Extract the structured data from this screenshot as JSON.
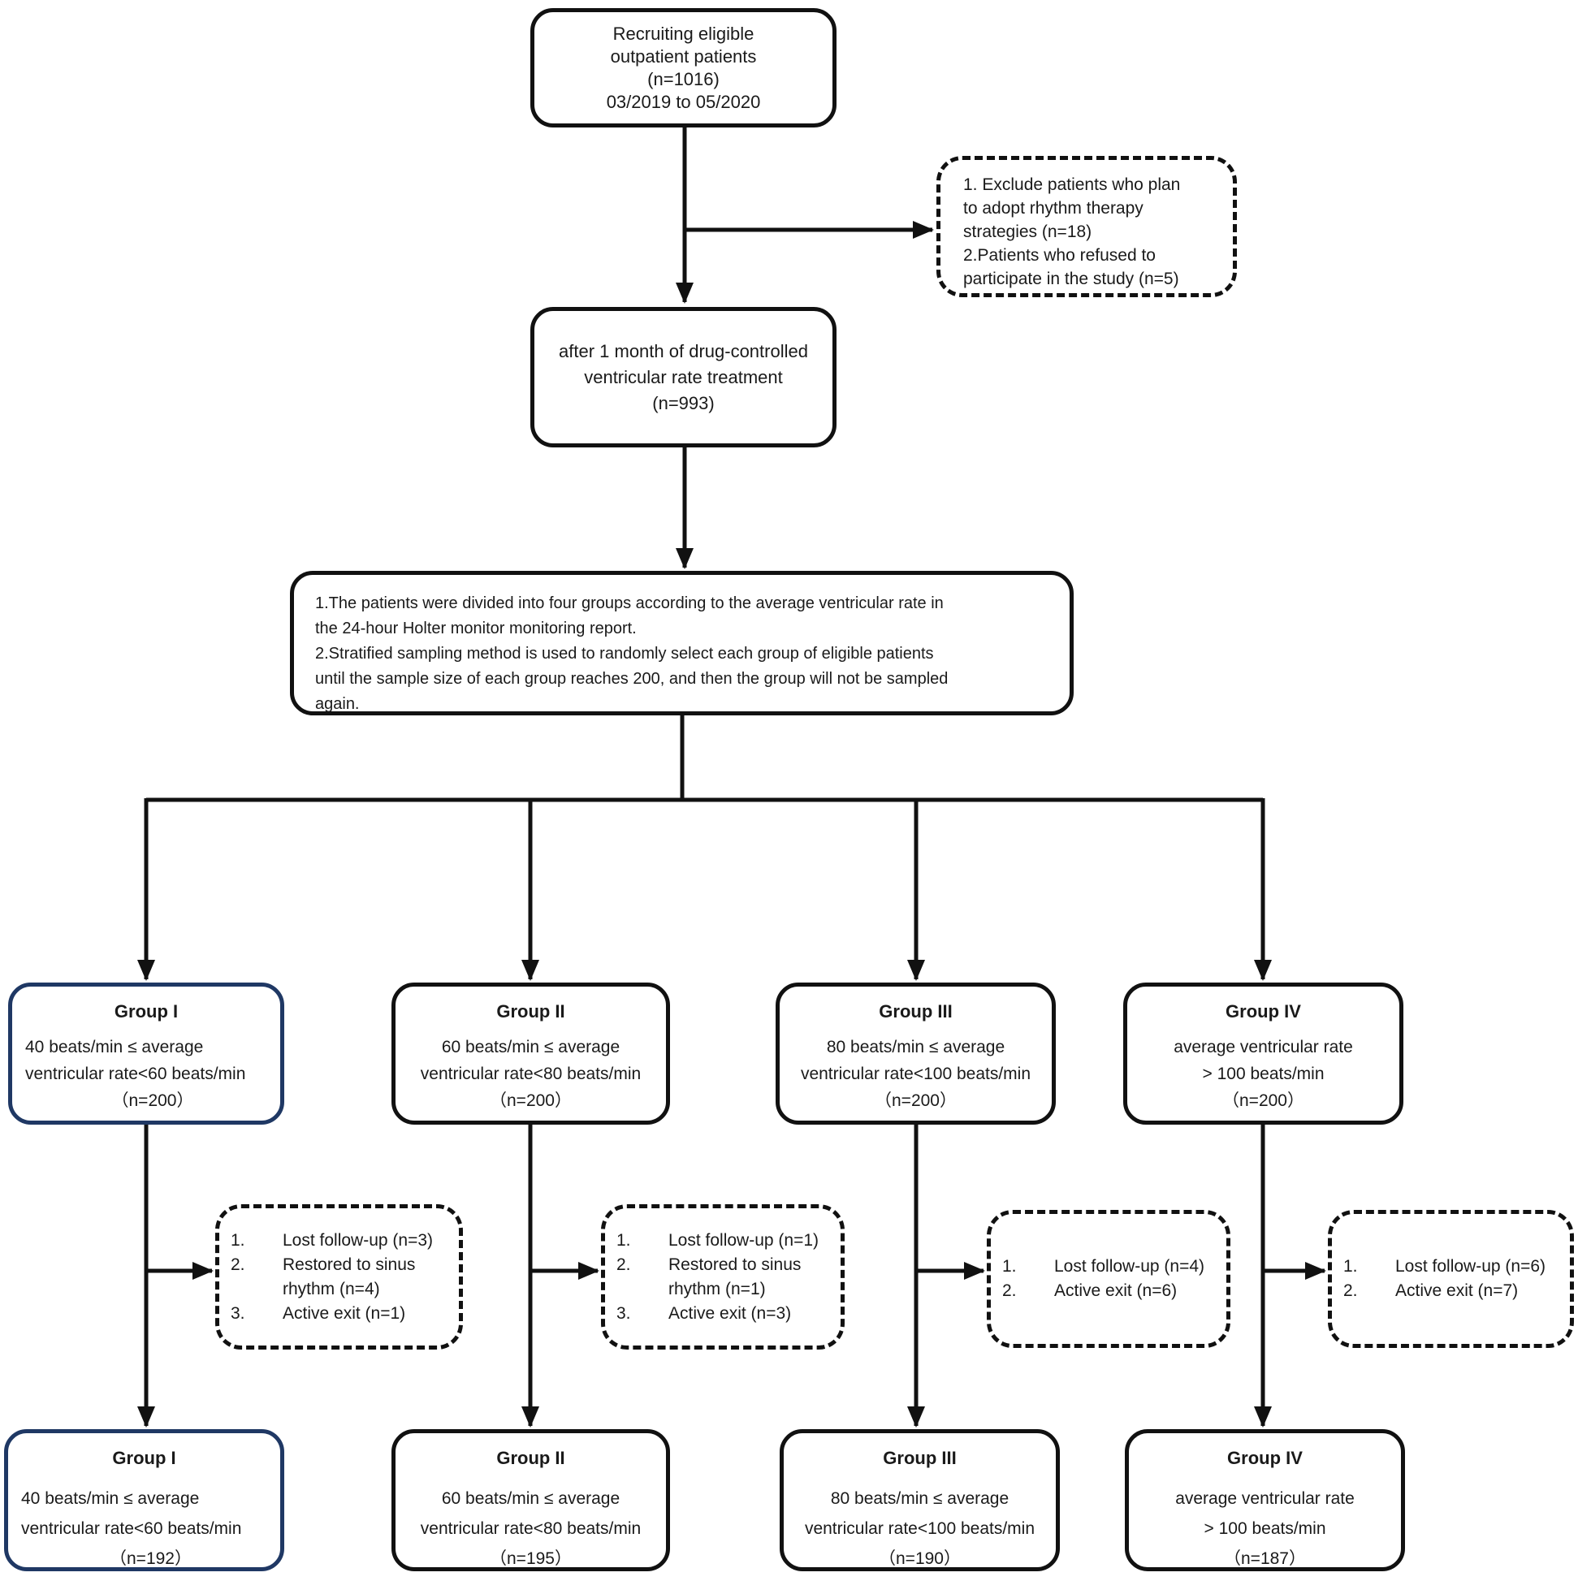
{
  "colors": {
    "accent_border": "#1f3864",
    "box_border": "#111111",
    "text": "#1a1a1a"
  },
  "flowchart": {
    "recruit": {
      "lines": [
        "Recruiting eligible",
        "outpatient patients",
        "(n=1016)",
        "03/2019 to 05/2020"
      ]
    },
    "exclusion_top": {
      "lines": [
        "1. Exclude patients who plan",
        "to adopt rhythm therapy",
        "strategies (n=18)",
        "2.Patients who refused to",
        "participate in the study (n=5)"
      ]
    },
    "treatment": {
      "lines": [
        "after 1 month of drug-controlled",
        "ventricular rate treatment",
        "(n=993)"
      ]
    },
    "grouping": {
      "lines": [
        "1.The patients were divided into four groups according to the average ventricular rate in",
        "the 24-hour Holter monitor monitoring report.",
        "2.Stratified sampling method is used to randomly select each group of eligible patients",
        "until the sample size of each group reaches 200, and then the group will not be sampled",
        "again."
      ]
    },
    "groups_initial": [
      {
        "title": "Group I",
        "line1": "40 beats/min ≤ average",
        "line2": "ventricular rate<60 beats/min",
        "n": "（n=200）"
      },
      {
        "title": "Group II",
        "line1": "60 beats/min ≤ average",
        "line2": "ventricular rate<80 beats/min",
        "n": "（n=200）"
      },
      {
        "title": "Group III",
        "line1": "80 beats/min ≤ average",
        "line2": "ventricular rate<100 beats/min",
        "n": "（n=200）"
      },
      {
        "title": "Group IV",
        "line1": "average  ventricular rate",
        "line2": "> 100 beats/min",
        "n": "（n=200）"
      }
    ],
    "dropouts": [
      {
        "rows": [
          {
            "num": "1.",
            "text": "Lost follow-up (n=3)"
          },
          {
            "num": "2.",
            "text": "Restored to sinus"
          },
          {
            "num": "",
            "text": "rhythm (n=4)"
          },
          {
            "num": "3.",
            "text": "Active exit (n=1)"
          }
        ]
      },
      {
        "rows": [
          {
            "num": "1.",
            "text": "Lost follow-up (n=1)"
          },
          {
            "num": "2.",
            "text": "Restored to sinus"
          },
          {
            "num": "",
            "text": "rhythm (n=1)"
          },
          {
            "num": "3.",
            "text": "Active exit (n=3)"
          }
        ]
      },
      {
        "rows": [
          {
            "num": "1.",
            "text": "Lost follow-up (n=4)"
          },
          {
            "num": "2.",
            "text": "Active exit (n=6)"
          }
        ]
      },
      {
        "rows": [
          {
            "num": "1.",
            "text": "Lost follow-up (n=6)"
          },
          {
            "num": "2.",
            "text": "Active exit (n=7)"
          }
        ]
      }
    ],
    "groups_final": [
      {
        "title": "Group I",
        "line1": "40 beats/min ≤ average",
        "line2": "ventricular rate<60 beats/min",
        "n": "（n=192）"
      },
      {
        "title": "Group II",
        "line1": "60 beats/min ≤ average",
        "line2": "ventricular rate<80 beats/min",
        "n": "（n=195）"
      },
      {
        "title": "Group III",
        "line1": "80 beats/min ≤ average",
        "line2": "ventricular rate<100 beats/min",
        "n": "（n=190）"
      },
      {
        "title": "Group IV",
        "line1": "average  ventricular rate",
        "line2": "> 100 beats/min",
        "n": "（n=187）"
      }
    ]
  }
}
